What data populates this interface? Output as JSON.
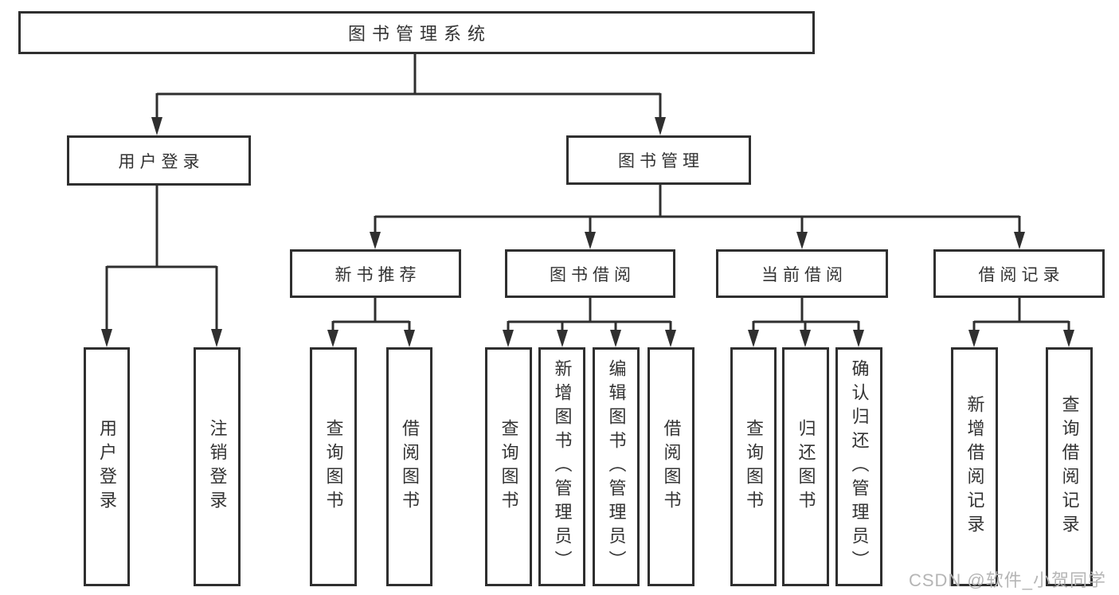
{
  "diagram": {
    "title": "图书管理系统",
    "nodes": {
      "root": "图书管理系统",
      "user_login": "用户登录",
      "book_mgmt": "图书管理",
      "new_book_rec": "新书推荐",
      "book_borrow": "图书借阅",
      "current_borrow": "当前借阅",
      "borrow_records": "借阅记录",
      "leaf_user_login": "用户登录",
      "leaf_logout": "注销登录",
      "leaf_nb_query": "查询图书",
      "leaf_nb_borrow": "借阅图书",
      "leaf_bb_query": "查询图书",
      "leaf_bb_add": "新增图书（管理员）",
      "leaf_bb_edit": "编辑图书（管理员）",
      "leaf_bb_borrow": "借阅图书",
      "leaf_cb_query": "查询图书",
      "leaf_cb_return": "归还图书",
      "leaf_cb_confirm": "确认归还（管理员）",
      "leaf_br_add": "新增借阅记录",
      "leaf_br_query": "查询借阅记录"
    },
    "colors": {
      "line": "#2f2f2f",
      "box_border": "#2f2f2f",
      "text": "#333333",
      "background": "#ffffff",
      "watermark": "#b5b5b5"
    }
  },
  "watermark": {
    "text": "CSDN @软件_小贺同学"
  }
}
